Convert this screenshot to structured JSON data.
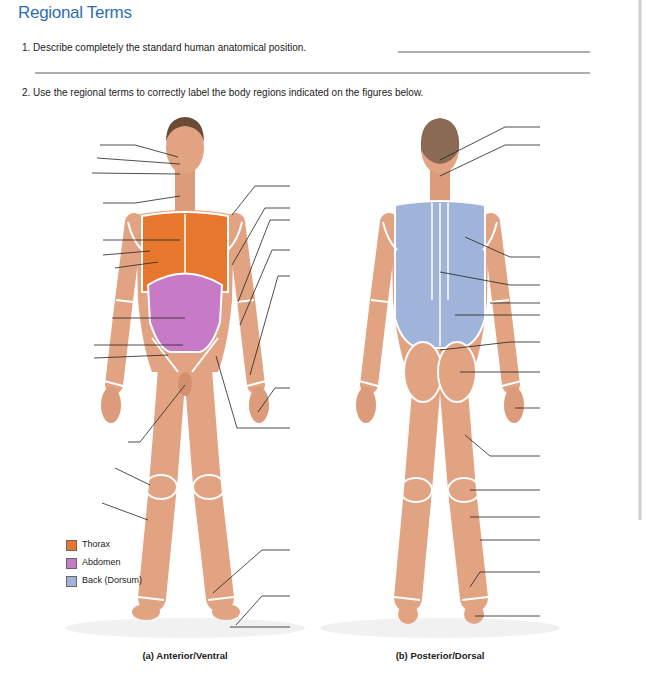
{
  "diagram": {
    "title": "Regional Terms",
    "labels": [
      "1. Describe completely the standard human anatomical position.",
      "2. Use the regional terms to correctly label the body regions indicated on the figures below.",
      "(a) Anterior/Ventral",
      "(b) Posterior/Dorsal"
    ],
    "legend": [
      {
        "text": "Thorax",
        "color": "#e8772e"
      },
      {
        "text": "Abdomen",
        "color": "#c77bc6"
      },
      {
        "text": "Back (Dorsum)",
        "color": "#9fb4d8"
      }
    ]
  }
}
